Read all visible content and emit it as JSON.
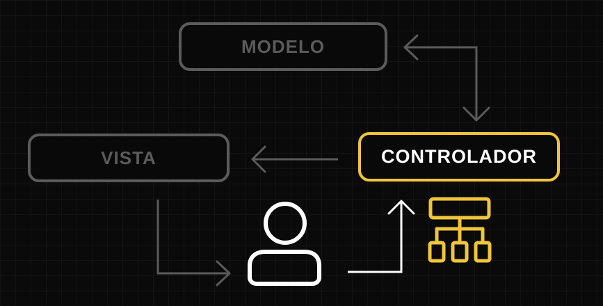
{
  "nodes": {
    "modelo": "MODELO",
    "vista": "VISTA",
    "controlador": "CONTROLADOR"
  },
  "colors": {
    "background": "#090909",
    "inactive": "#5b5b5b",
    "active": "#f0c53a",
    "user": "#ffffff"
  },
  "icons": {
    "user": "user-icon",
    "hierarchy": "hierarchy-icon"
  }
}
